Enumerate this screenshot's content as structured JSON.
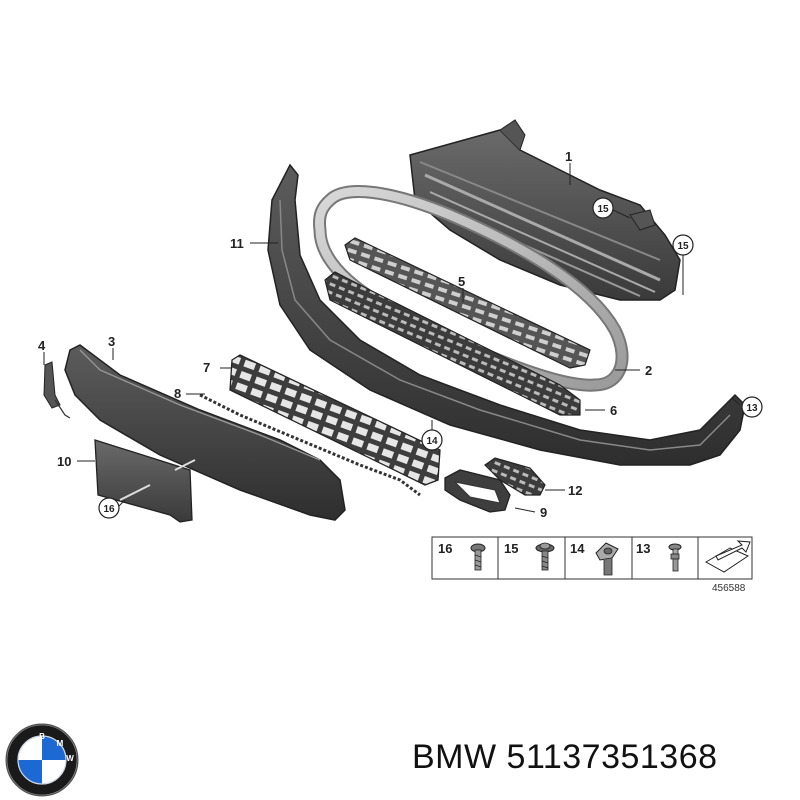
{
  "callouts": {
    "c1": "1",
    "c2": "2",
    "c3": "3",
    "c4": "4",
    "c5": "5",
    "c6": "6",
    "c7": "7",
    "c8": "8",
    "c9": "9",
    "c10": "10",
    "c11": "11",
    "c12": "12",
    "c13": "13",
    "c14": "14",
    "c15a": "15",
    "c15b": "15",
    "c16": "16"
  },
  "legend": {
    "l16": "16",
    "l15": "15",
    "l14": "14",
    "l13": "13"
  },
  "ref_number": "456588",
  "brand": "BMW",
  "part_number": "51137351368",
  "logo": {
    "icon": "bmw-roundel",
    "text": "BMW",
    "blue": "#1c69d4",
    "ring": "#1a1a1a"
  },
  "colors": {
    "part_dark": "#4a4a4a",
    "part_mid": "#6e6e6e",
    "part_light": "#bdbdbd",
    "line": "#222222"
  }
}
